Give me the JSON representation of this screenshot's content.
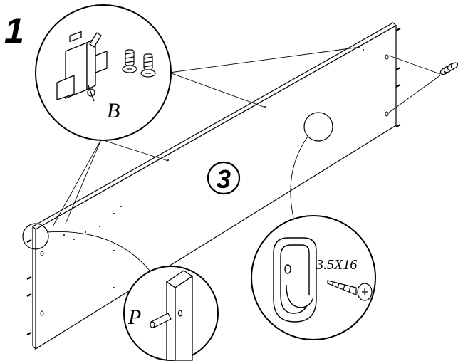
{
  "step": {
    "number": "1"
  },
  "panel": {
    "badge": "3"
  },
  "callouts": {
    "fitting": {
      "label": "B"
    },
    "dowel": {
      "label": "P"
    },
    "hook": {
      "screw_size": "3.5X16"
    }
  },
  "colors": {
    "ink": "#000000",
    "paper": "#ffffff"
  }
}
